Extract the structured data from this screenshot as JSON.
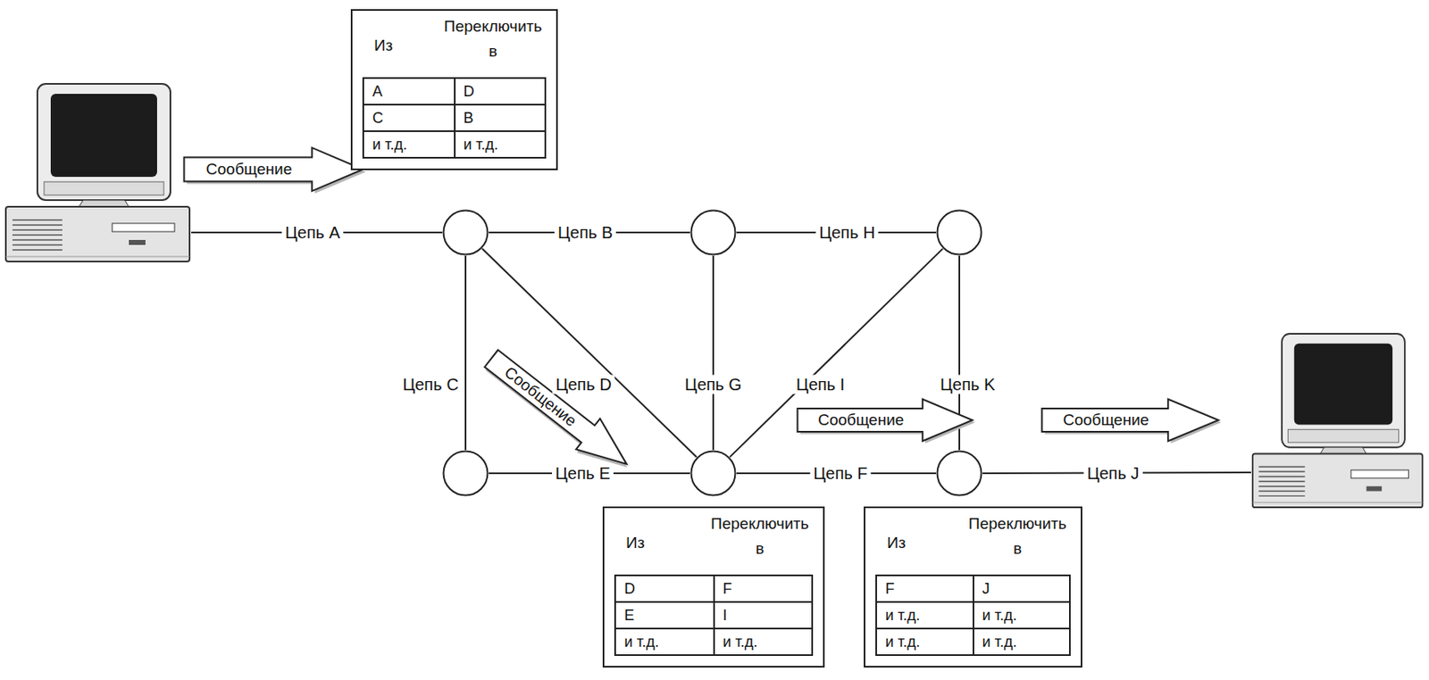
{
  "diagram": {
    "nodes": [
      {
        "text": []
      },
      {
        "text": [
          "Сообщение"
        ]
      },
      {
        "text": [
          "Из",
          "Переключить в",
          "A",
          "D",
          "C",
          "B",
          "и т.д.",
          "и т.д."
        ]
      },
      {
        "text": []
      },
      {
        "text": []
      },
      {
        "text": []
      },
      {
        "text": [
          "Сообщение"
        ]
      },
      {
        "text": []
      },
      {
        "text": []
      },
      {
        "text": [
          "Сообщение"
        ]
      },
      {
        "text": []
      },
      {
        "text": [
          "Сообщение"
        ]
      },
      {
        "text": []
      },
      {
        "text": [
          "Из",
          "Переключить в",
          "D",
          "F",
          "E",
          "I",
          "и т.д.",
          "и т.д."
        ]
      },
      {
        "text": [
          "Из",
          "Переключить в",
          "F",
          "J",
          "и т.д.",
          "и т.д.",
          "и т.д.",
          "и т.д."
        ]
      }
    ],
    "edges": [
      {
        "from": 0,
        "to": 3,
        "label": "Цепь A",
        "arrow": "none"
      },
      {
        "from": 3,
        "to": 4,
        "label": "Цепь B",
        "arrow": "none"
      },
      {
        "from": 4,
        "to": 5,
        "label": "Цепь H",
        "arrow": "none"
      },
      {
        "from": 3,
        "to": 7,
        "label": "Цепь C",
        "arrow": "none"
      },
      {
        "from": 3,
        "to": 8,
        "label": "Цепь D",
        "arrow": "none"
      },
      {
        "from": 4,
        "to": 8,
        "label": "Цепь G",
        "arrow": "none"
      },
      {
        "from": 8,
        "to": 5,
        "label": "Цепь I",
        "arrow": "none"
      },
      {
        "from": 5,
        "to": 10,
        "label": "Цепь K",
        "arrow": "none"
      },
      {
        "from": 7,
        "to": 8,
        "label": "Цепь E",
        "arrow": "none"
      },
      {
        "from": 8,
        "to": 10,
        "label": "Цепь F",
        "arrow": "none"
      },
      {
        "from": 10,
        "to": 12,
        "label": "Цепь J",
        "arrow": "none"
      }
    ]
  }
}
